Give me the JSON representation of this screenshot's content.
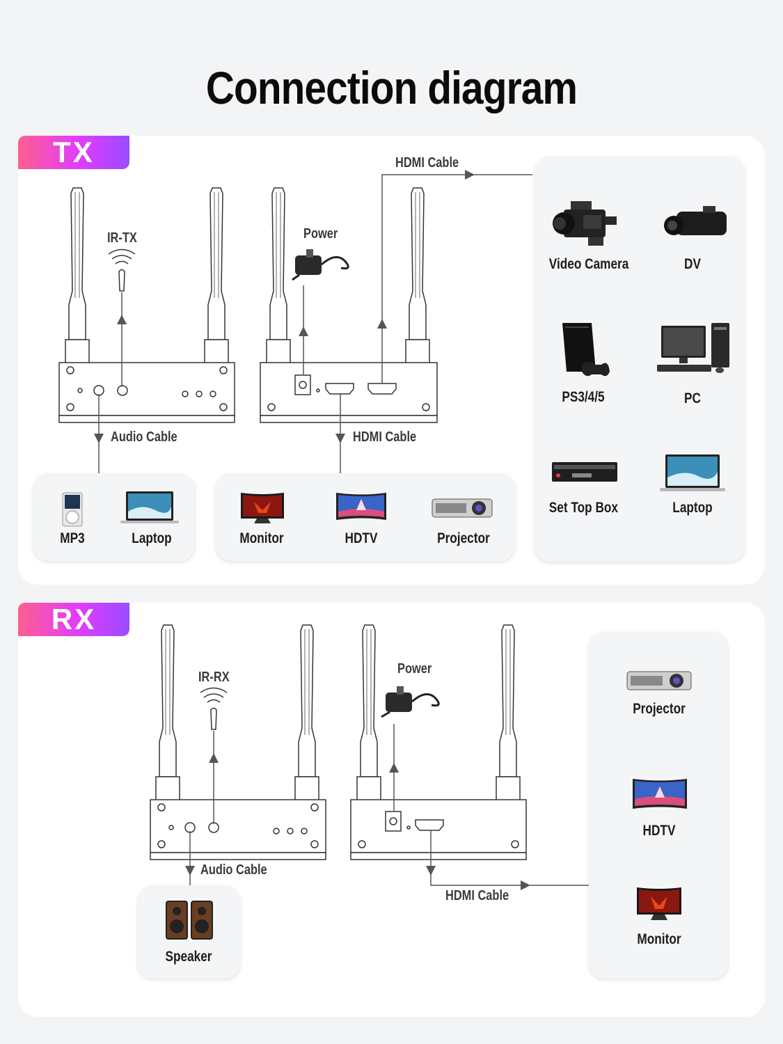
{
  "title": "Connection diagram",
  "colors": {
    "badge_start": "#ff5f8f",
    "badge_end": "#9a4cff"
  },
  "tx": {
    "badge": "TX",
    "ir_label": "IR-TX",
    "power_label": "Power",
    "audio_cable": "Audio Cable",
    "hdmi_cable_top": "HDMI Cable",
    "hdmi_cable_bottom": "HDMI Cable",
    "audio_devices": [
      "MP3",
      "Laptop"
    ],
    "display_devices": [
      "Monitor",
      "HDTV",
      "Projector"
    ],
    "source_devices": [
      "Video Camera",
      "DV",
      "PS3/4/5",
      "PC",
      "Set Top Box",
      "Laptop"
    ]
  },
  "rx": {
    "badge": "RX",
    "ir_label": "IR-RX",
    "power_label": "Power",
    "audio_cable": "Audio Cable",
    "hdmi_cable": "HDMI Cable",
    "speaker": "Speaker",
    "display_devices": [
      "Projector",
      "HDTV",
      "Monitor"
    ]
  }
}
